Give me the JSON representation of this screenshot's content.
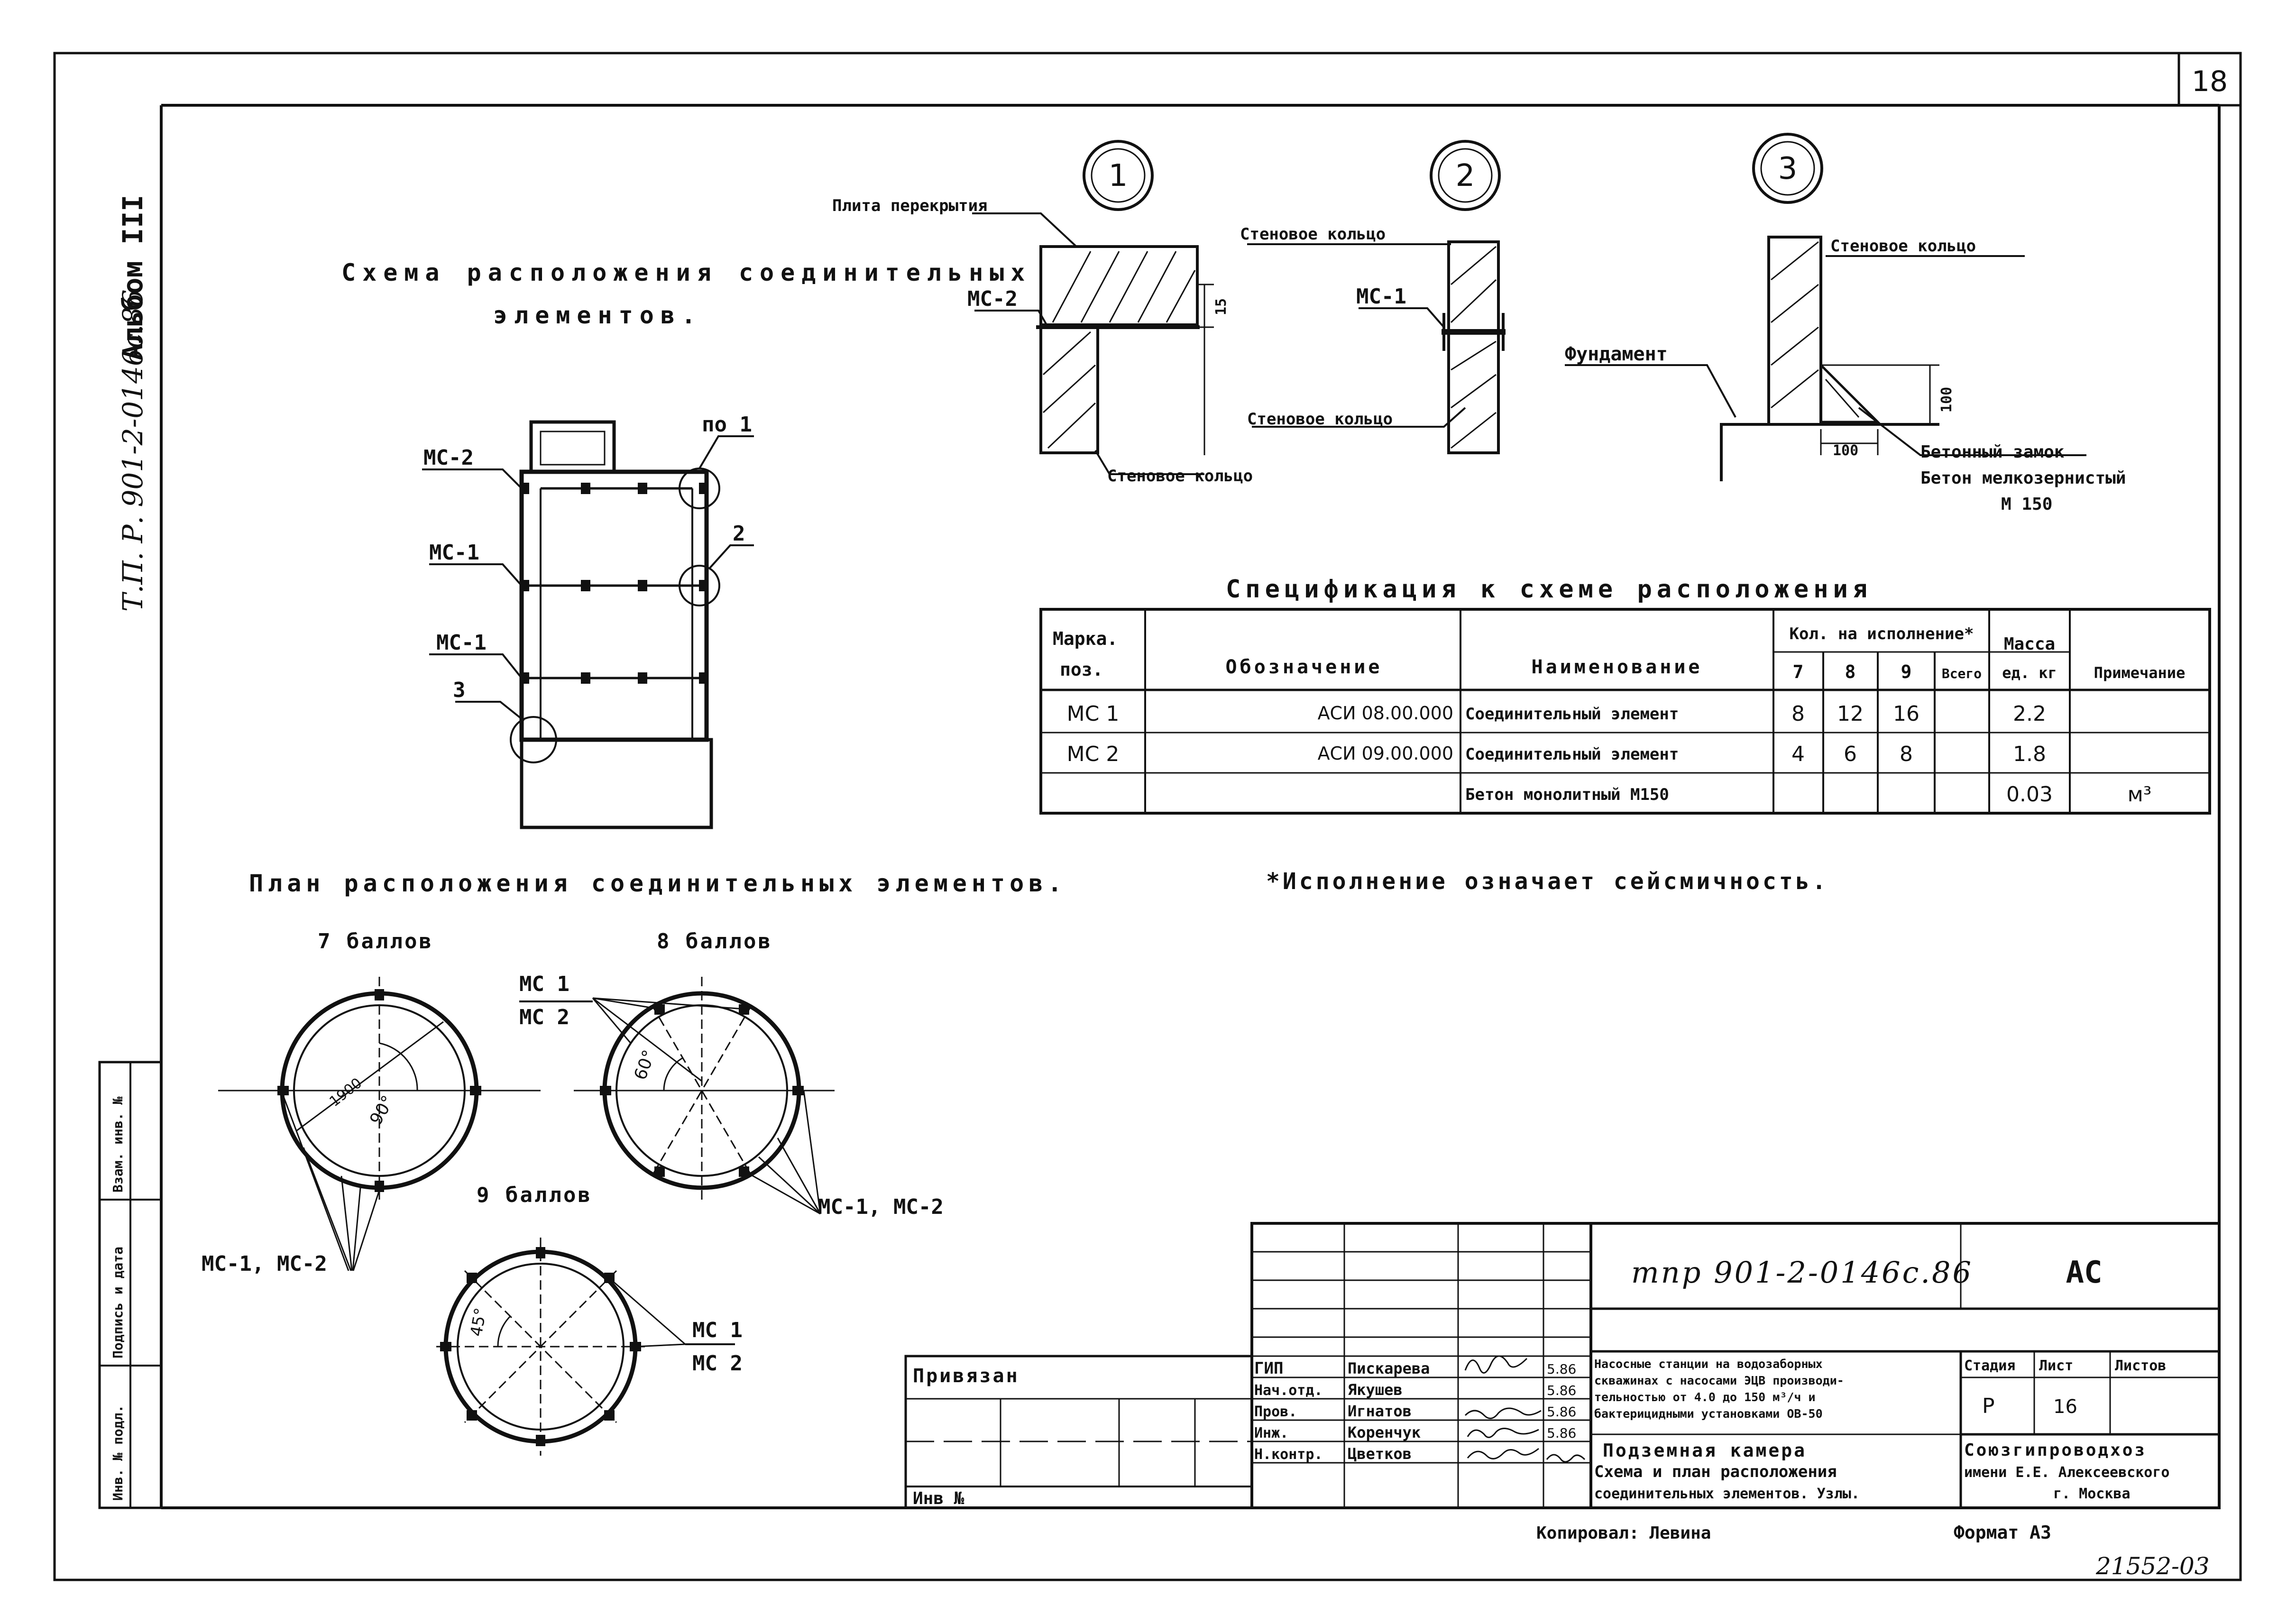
{
  "sheet": {
    "page_number": "18",
    "album_label": "Альбом III",
    "project_code_vertical": "Т.П. Р. 901-2-0146с.86",
    "copy_number": "21552-03",
    "copied_by": "Копировал: Левина",
    "format": "Формат А3"
  },
  "left_stamp": {
    "cells": [
      "Взам. инв. №",
      "Подпись и дата",
      "Инв. № подл."
    ]
  },
  "main": {
    "scheme_title_line1": "Схема расположения соединительных",
    "scheme_title_line2": "элементов.",
    "elevation_labels": {
      "mc2": "МС-2",
      "mc1_a": "МС-1",
      "mc1_b": "МС-1",
      "pos1": "по 1",
      "pos2": "2",
      "pos3": "3"
    },
    "plan_title": "План расположения соединительных элементов.",
    "plan_7": {
      "title": "7 баллов",
      "diameter": "1900",
      "angle": "90°",
      "label": "МС-1, МС-2"
    },
    "plan_8": {
      "title": "8 баллов",
      "angle": "60°",
      "label_top_1": "МС 1",
      "label_top_2": "МС 2",
      "label_bottom": "МС-1, МС-2"
    },
    "plan_9": {
      "title": "9 баллов",
      "angle": "45°",
      "label_1": "МС 1",
      "label_2": "МС 2"
    }
  },
  "details": {
    "d1": {
      "number": "1",
      "slab": "Плита перекрытия",
      "mc": "МС-2",
      "ring": "Стеновое кольцо",
      "dim": "15"
    },
    "d2": {
      "number": "2",
      "ring_top": "Стеновое кольцо",
      "mc": "МС-1",
      "ring_bottom": "Стеновое кольцо"
    },
    "d3": {
      "number": "3",
      "ring": "Стеновое кольцо",
      "foundation": "Фундамент",
      "dim_v": "100",
      "dim_h": "100",
      "lock_1": "Бетонный замок",
      "lock_2": "Бетон мелкозернистый",
      "lock_3": "М 150"
    }
  },
  "spec": {
    "title": "Спецификация к схеме расположения",
    "headers": {
      "mark_1": "Марка.",
      "mark_2": "поз.",
      "designation": "Обозначение",
      "name": "Наименование",
      "qty_group": "Кол. на исполнение*",
      "q7": "7",
      "q8": "8",
      "q9": "9",
      "total": "Всего",
      "mass_1": "Масса",
      "mass_2": "ед. кг",
      "note": "Примечание"
    },
    "rows": [
      {
        "mark": "МС 1",
        "designation": "АСИ 08.00.000",
        "name": "Соединительный элемент",
        "q7": "8",
        "q8": "12",
        "q9": "16",
        "total": "",
        "mass": "2.2",
        "note": ""
      },
      {
        "mark": "МС 2",
        "designation": "АСИ 09.00.000",
        "name": "Соединительный элемент",
        "q7": "4",
        "q8": "6",
        "q9": "8",
        "total": "",
        "mass": "1.8",
        "note": ""
      },
      {
        "mark": "",
        "designation": "",
        "name": "Бетон монолитный М150",
        "q7": "",
        "q8": "",
        "q9": "",
        "total": "",
        "mass": "0.03",
        "note": "м³"
      }
    ],
    "footnote": "*Исполнение означает сейсмичность."
  },
  "title_block": {
    "doc_code": "тпр 901-2-0146с.86",
    "mark": "АС",
    "bound_label": "Привязан",
    "inv_label": "Инв №",
    "roles": [
      {
        "role": "ГИП",
        "name": "Пискарева",
        "date": "5.86"
      },
      {
        "role": "Нач.отд.",
        "name": "Якушев",
        "date": "5.86"
      },
      {
        "role": "Пров.",
        "name": "Игнатов",
        "date": "5.86"
      },
      {
        "role": "Инж.",
        "name": "Коренчук",
        "date": "5.86"
      },
      {
        "role": "Н.контр.",
        "name": "Цветков",
        "date": ""
      }
    ],
    "project_desc_1": "Насосные станции на водозаборных",
    "project_desc_2": "скважинах с насосами ЭЦВ производи-",
    "project_desc_3": "тельностью от 4.0 до 150 м³/ч и",
    "project_desc_4": "бактерицидными установками ОВ-50",
    "sheet_title_1": "Подземная камера",
    "sheet_title_2": "Схема и план расположения",
    "sheet_title_3": "соединительных элементов. Узлы.",
    "stage_label": "Стадия",
    "sheet_label": "Лист",
    "sheets_label": "Листов",
    "stage": "Р",
    "sheet": "16",
    "org_1": "Союзгипроводхоз",
    "org_2": "имени Е.Е. Алексеевского",
    "org_3": "г. Москва"
  }
}
